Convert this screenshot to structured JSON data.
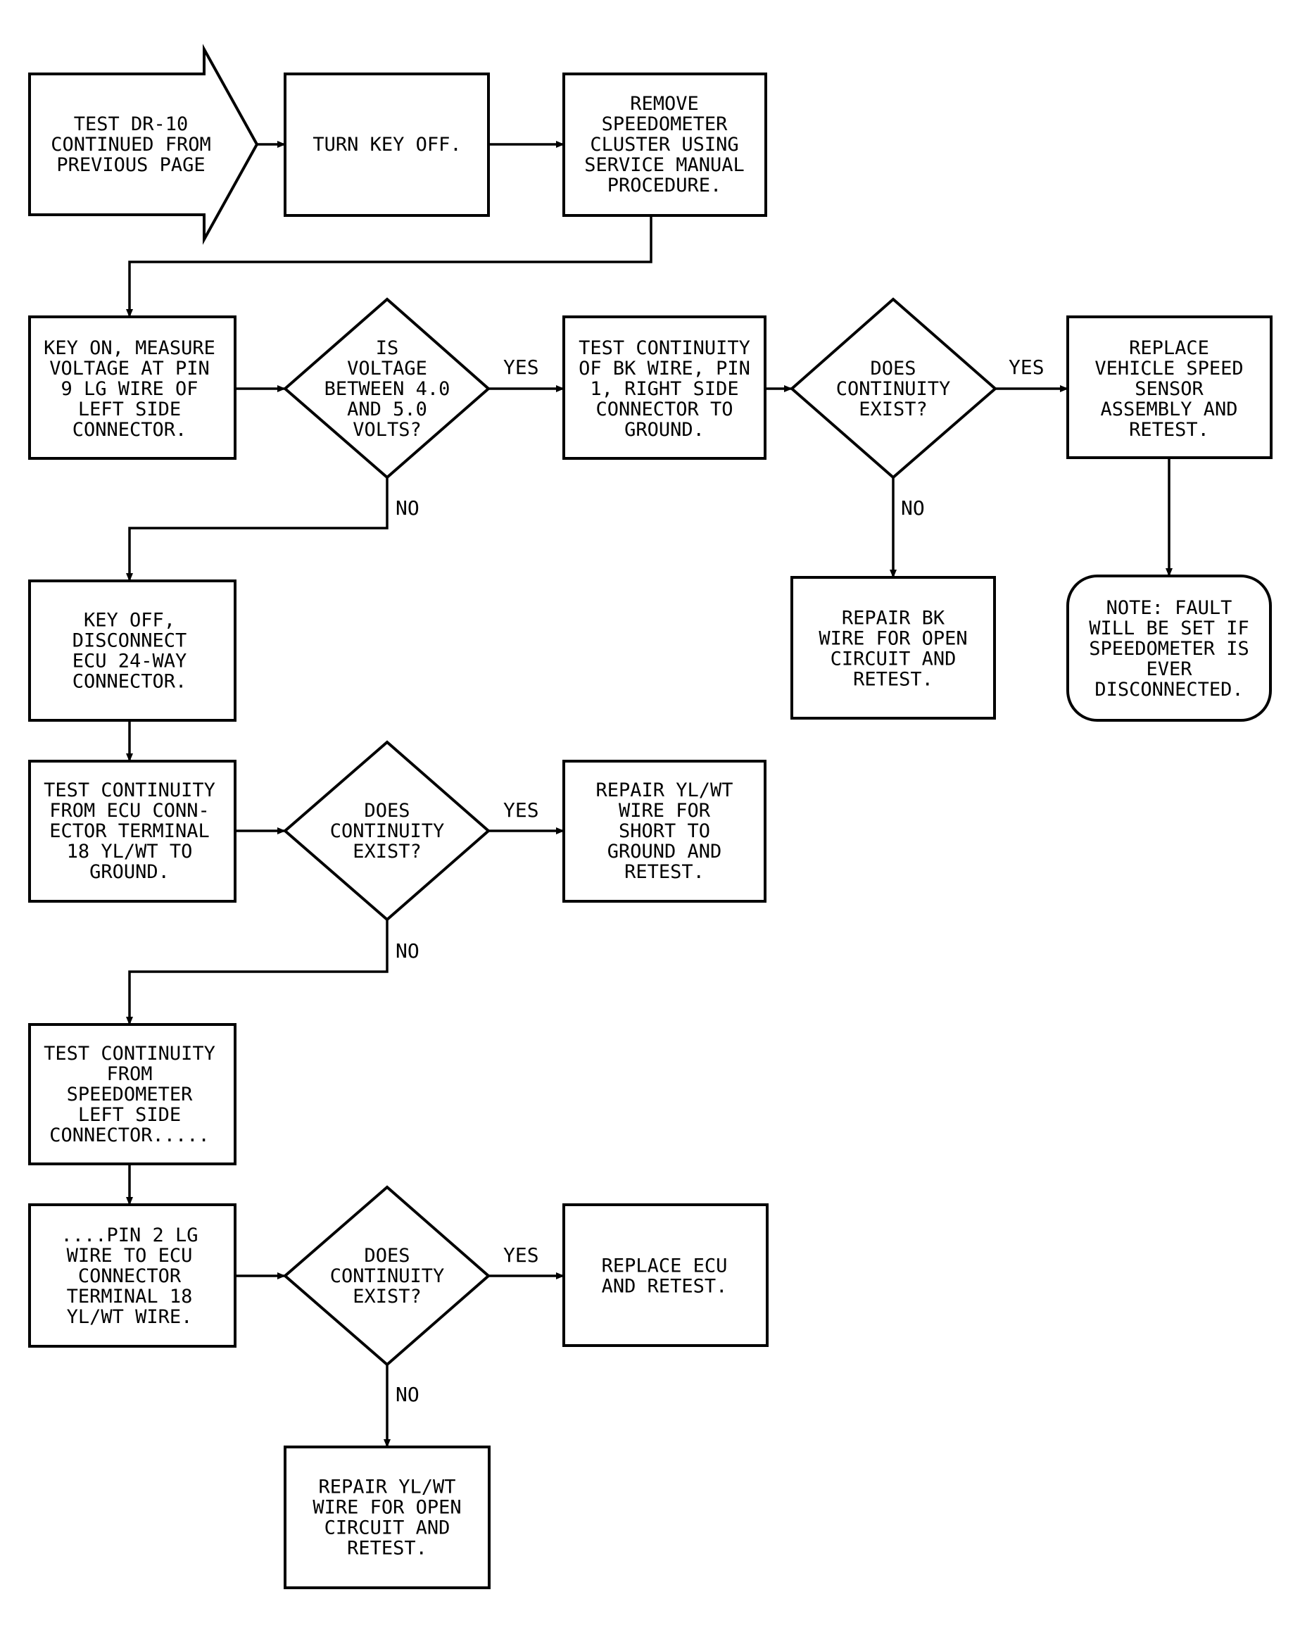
{
  "nodes": [
    {
      "id": "start",
      "shape": "arrow",
      "lines": [
        "TEST DR-10",
        "CONTINUED FROM",
        "PREVIOUS PAGE"
      ]
    },
    {
      "id": "turn-key-off",
      "shape": "rect",
      "lines": [
        "TURN KEY OFF."
      ]
    },
    {
      "id": "remove-cluster",
      "shape": "rect",
      "lines": [
        "REMOVE",
        "SPEEDOMETER",
        "CLUSTER USING",
        "SERVICE MANUAL",
        "PROCEDURE."
      ]
    },
    {
      "id": "measure-voltage",
      "shape": "rect",
      "lines": [
        "KEY ON, MEASURE",
        "VOLTAGE AT PIN",
        "9 LG WIRE OF",
        "LEFT SIDE",
        "CONNECTOR."
      ]
    },
    {
      "id": "voltage-check",
      "shape": "diamond",
      "lines": [
        "IS",
        "VOLTAGE",
        "BETWEEN 4.0",
        "AND 5.0",
        "VOLTS?"
      ]
    },
    {
      "id": "test-bk-wire",
      "shape": "rect",
      "lines": [
        "TEST CONTINUITY",
        "OF BK WIRE, PIN",
        "1, RIGHT SIDE",
        "CONNECTOR TO",
        "GROUND."
      ]
    },
    {
      "id": "bk-continuity",
      "shape": "diamond",
      "lines": [
        "DOES",
        "CONTINUITY",
        "EXIST?"
      ]
    },
    {
      "id": "replace-sensor",
      "shape": "rect",
      "lines": [
        "REPLACE",
        "VEHICLE SPEED",
        "SENSOR",
        "ASSEMBLY AND",
        "RETEST."
      ]
    },
    {
      "id": "repair-bk",
      "shape": "rect",
      "lines": [
        "REPAIR BK",
        "WIRE FOR OPEN",
        "CIRCUIT AND",
        "RETEST."
      ]
    },
    {
      "id": "fault-note",
      "shape": "rounded",
      "lines": [
        "NOTE: FAULT",
        "WILL BE SET IF",
        "SPEEDOMETER IS",
        "EVER",
        "DISCONNECTED."
      ]
    },
    {
      "id": "disconnect-ecu",
      "shape": "rect",
      "lines": [
        "KEY OFF,",
        "DISCONNECT",
        "ECU 24-WAY",
        "CONNECTOR."
      ]
    },
    {
      "id": "test-ecu-terminal",
      "shape": "rect",
      "lines": [
        "TEST CONTINUITY",
        "FROM ECU CONN-",
        "ECTOR TERMINAL",
        "18 YL/WT TO",
        "GROUND."
      ]
    },
    {
      "id": "ecu-continuity",
      "shape": "diamond",
      "lines": [
        "DOES",
        "CONTINUITY",
        "EXIST?"
      ]
    },
    {
      "id": "repair-short",
      "shape": "rect",
      "lines": [
        "REPAIR YL/WT",
        "WIRE FOR",
        "SHORT TO",
        "GROUND AND",
        "RETEST."
      ]
    },
    {
      "id": "test-speedo-connector",
      "shape": "rect",
      "lines": [
        "TEST CONTINUITY",
        "FROM",
        "SPEEDOMETER",
        "LEFT SIDE",
        "CONNECTOR....."
      ]
    },
    {
      "id": "pin2-to-ecu",
      "shape": "rect",
      "lines": [
        "....PIN 2 LG",
        "WIRE TO ECU",
        "CONNECTOR",
        "TERMINAL 18",
        "YL/WT WIRE."
      ]
    },
    {
      "id": "final-continuity",
      "shape": "diamond",
      "lines": [
        "DOES",
        "CONTINUITY",
        "EXIST?"
      ]
    },
    {
      "id": "replace-ecu",
      "shape": "rect",
      "lines": [
        "REPLACE ECU",
        "AND RETEST."
      ]
    },
    {
      "id": "repair-open",
      "shape": "rect",
      "lines": [
        "REPAIR YL/WT",
        "WIRE FOR OPEN",
        "CIRCUIT AND",
        "RETEST."
      ]
    }
  ],
  "edges": [
    {
      "from": "start",
      "to": "turn-key-off",
      "label": ""
    },
    {
      "from": "turn-key-off",
      "to": "remove-cluster",
      "label": ""
    },
    {
      "from": "remove-cluster",
      "to": "measure-voltage",
      "label": ""
    },
    {
      "from": "measure-voltage",
      "to": "voltage-check",
      "label": ""
    },
    {
      "from": "voltage-check",
      "to": "test-bk-wire",
      "label": "YES"
    },
    {
      "from": "test-bk-wire",
      "to": "bk-continuity",
      "label": ""
    },
    {
      "from": "bk-continuity",
      "to": "replace-sensor",
      "label": "YES"
    },
    {
      "from": "bk-continuity",
      "to": "repair-bk",
      "label": "NO"
    },
    {
      "from": "replace-sensor",
      "to": "fault-note",
      "label": ""
    },
    {
      "from": "voltage-check",
      "to": "disconnect-ecu",
      "label": "NO"
    },
    {
      "from": "disconnect-ecu",
      "to": "test-ecu-terminal",
      "label": ""
    },
    {
      "from": "test-ecu-terminal",
      "to": "ecu-continuity",
      "label": ""
    },
    {
      "from": "ecu-continuity",
      "to": "repair-short",
      "label": "YES"
    },
    {
      "from": "ecu-continuity",
      "to": "test-speedo-connector",
      "label": "NO"
    },
    {
      "from": "test-speedo-connector",
      "to": "pin2-to-ecu",
      "label": ""
    },
    {
      "from": "pin2-to-ecu",
      "to": "final-continuity",
      "label": ""
    },
    {
      "from": "final-continuity",
      "to": "replace-ecu",
      "label": "YES"
    },
    {
      "from": "final-continuity",
      "to": "repair-open",
      "label": "NO"
    }
  ]
}
